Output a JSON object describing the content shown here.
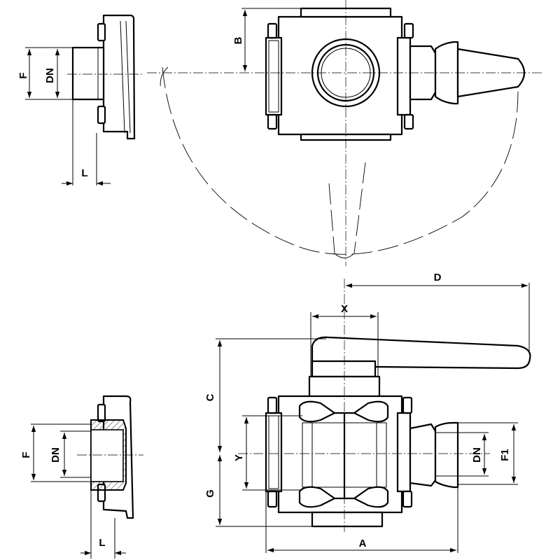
{
  "views": {
    "top_left_flange": {
      "dn": "DN",
      "f": "F",
      "l": "L"
    },
    "top_valve_plan": {
      "b": "B"
    },
    "bottom_left_flange": {
      "dn": "DN",
      "f": "F",
      "l": "L"
    },
    "front_valve": {
      "x": "X",
      "d": "D",
      "c": "C",
      "y": "Y",
      "g": "G",
      "a": "A",
      "dn": "DN",
      "f1": "F1"
    }
  }
}
